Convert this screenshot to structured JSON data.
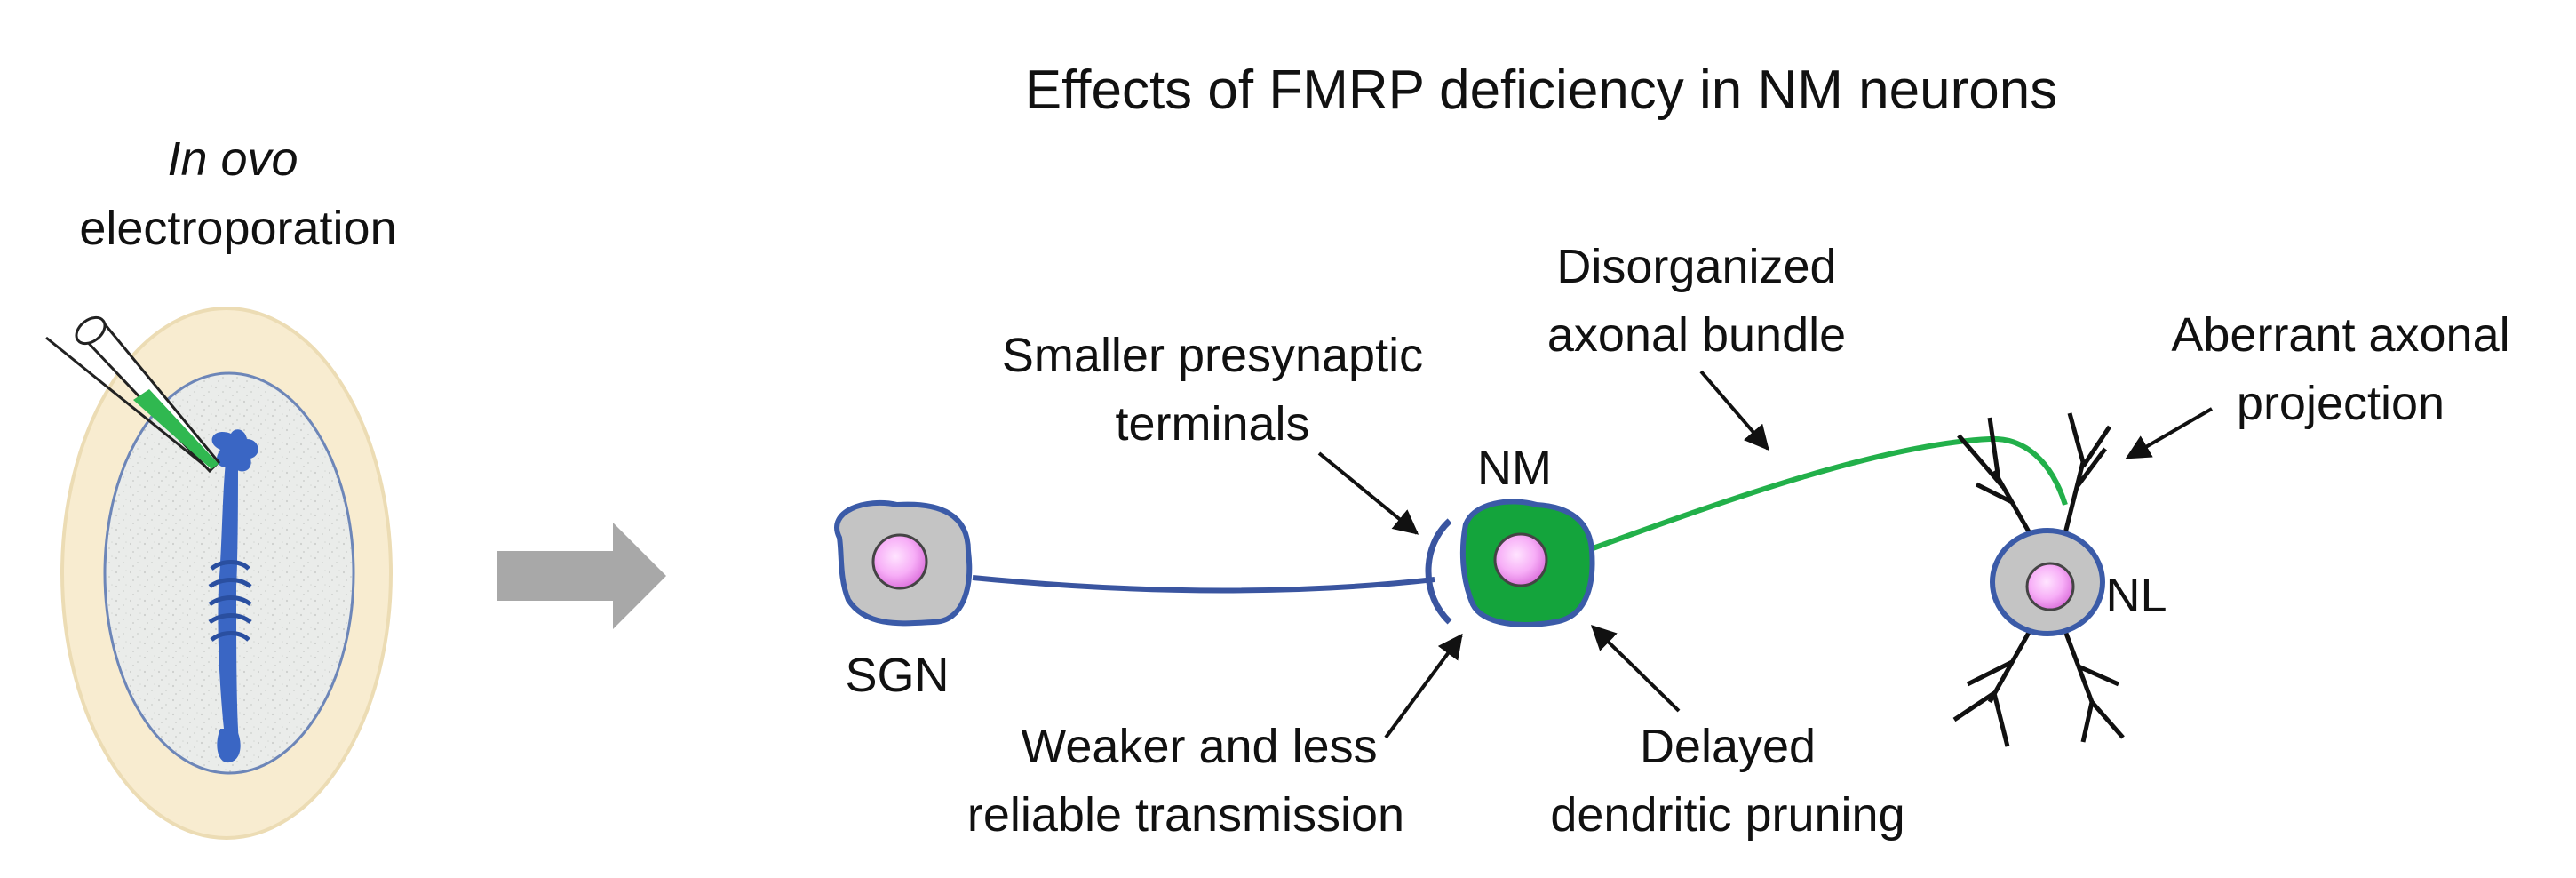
{
  "left_panel": {
    "line1": "In ovo",
    "line2": "electroporation"
  },
  "title": "Effects of FMRP deficiency in NM neurons",
  "cells": {
    "sgn": "SGN",
    "nm": "NM",
    "nl": "NL"
  },
  "annotations": {
    "presynaptic": [
      "Smaller presynaptic",
      "terminals"
    ],
    "axonal_bundle": [
      "Disorganized",
      "axonal bundle"
    ],
    "axonal_projection": [
      "Aberrant axonal",
      "projection"
    ],
    "transmission": [
      "Weaker and less",
      "reliable  transmission"
    ],
    "pruning": [
      "Delayed",
      "dendritic pruning"
    ]
  },
  "colors": {
    "egg_shell": "#f8ecd0",
    "egg_shell_edge": "#ecdcb4",
    "egg_interior": "#e9ebea",
    "embryo": "#3a66c4",
    "arrow_gray": "#a8a8a8",
    "cell_gray": "#c4c4c4",
    "cell_edge": "#3b5ba8",
    "nucleus": "#f6a8f6",
    "nm_green": "#14a43c",
    "axon_blue": "#3a55a0",
    "axon_green": "#22b04a"
  }
}
